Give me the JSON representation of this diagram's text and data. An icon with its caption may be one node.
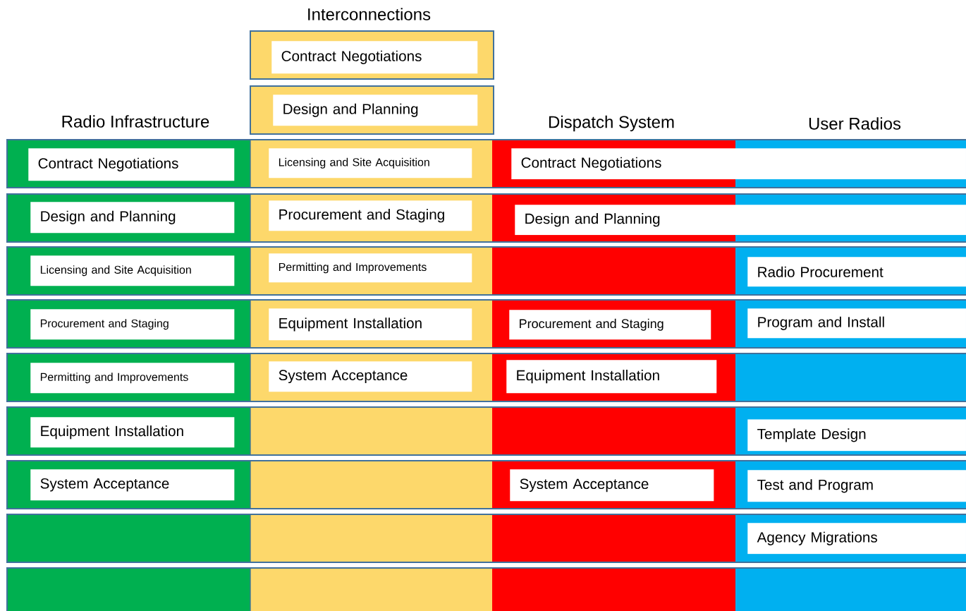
{
  "diagram": {
    "nodes": [
      {
        "text": [
          "Contract Negotiations"
        ]
      },
      {
        "text": [
          "Design and Planning"
        ]
      },
      {
        "text": [
          "Contract Negotiations"
        ]
      },
      {
        "text": [
          "Licensing and Site Acquisition"
        ]
      },
      {
        "text": [
          "Contract Negotiations"
        ]
      },
      {
        "text": [
          "Design and Planning"
        ]
      },
      {
        "text": [
          "Procurement and Staging"
        ]
      },
      {
        "text": [
          "Design and Planning"
        ]
      },
      {
        "text": [
          "Licensing and Site Acquisition"
        ]
      },
      {
        "text": [
          "Permitting and Improvements"
        ]
      },
      {
        "text": [
          "Radio Procurement"
        ]
      },
      {
        "text": [
          "Procurement and Staging"
        ]
      },
      {
        "text": [
          "Equipment Installation"
        ]
      },
      {
        "text": [
          "Procurement and Staging"
        ]
      },
      {
        "text": [
          "Program and Install"
        ]
      },
      {
        "text": [
          "Permitting and Improvements"
        ]
      },
      {
        "text": [
          "System Acceptance"
        ]
      },
      {
        "text": [
          "Equipment Installation"
        ]
      },
      {
        "text": [
          "Equipment Installation"
        ]
      },
      {
        "text": [
          "Template Design"
        ]
      },
      {
        "text": [
          "System Acceptance"
        ]
      },
      {
        "text": [
          "System Acceptance"
        ]
      },
      {
        "text": [
          "Test and Program"
        ]
      },
      {
        "text": [
          "Agency Migrations"
        ]
      }
    ],
    "labels": [
      "Interconnections",
      "Radio Infrastructure",
      "Dispatch System",
      "User Radios"
    ]
  }
}
